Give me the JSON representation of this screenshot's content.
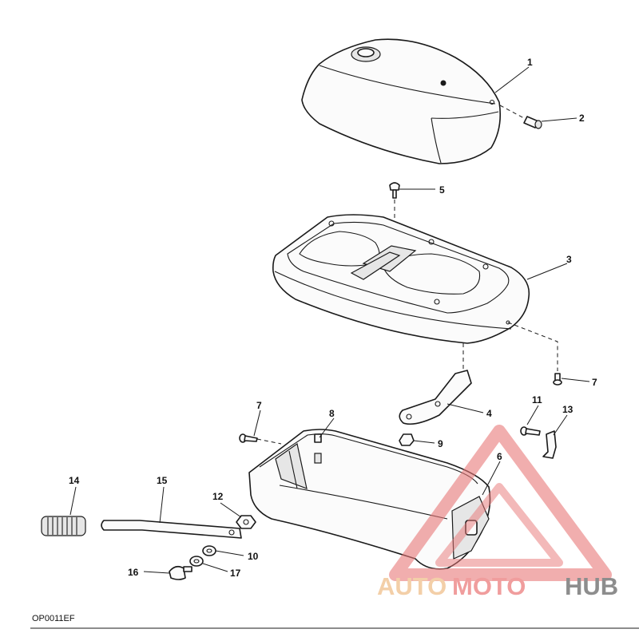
{
  "diagram": {
    "code": "OP0011EF",
    "callouts": [
      "1",
      "2",
      "3",
      "4",
      "5",
      "6",
      "7",
      "7",
      "8",
      "9",
      "10",
      "11",
      "12",
      "13",
      "14",
      "15",
      "16",
      "17"
    ]
  },
  "watermark": {
    "part1": "AUTO",
    "part2": "MOTO",
    "part3": "HUB",
    "colors": {
      "triangle": "#e87777",
      "auto": "#f2c79a",
      "moto": "#ee8c8c",
      "hub": "#7a7a7a"
    }
  }
}
